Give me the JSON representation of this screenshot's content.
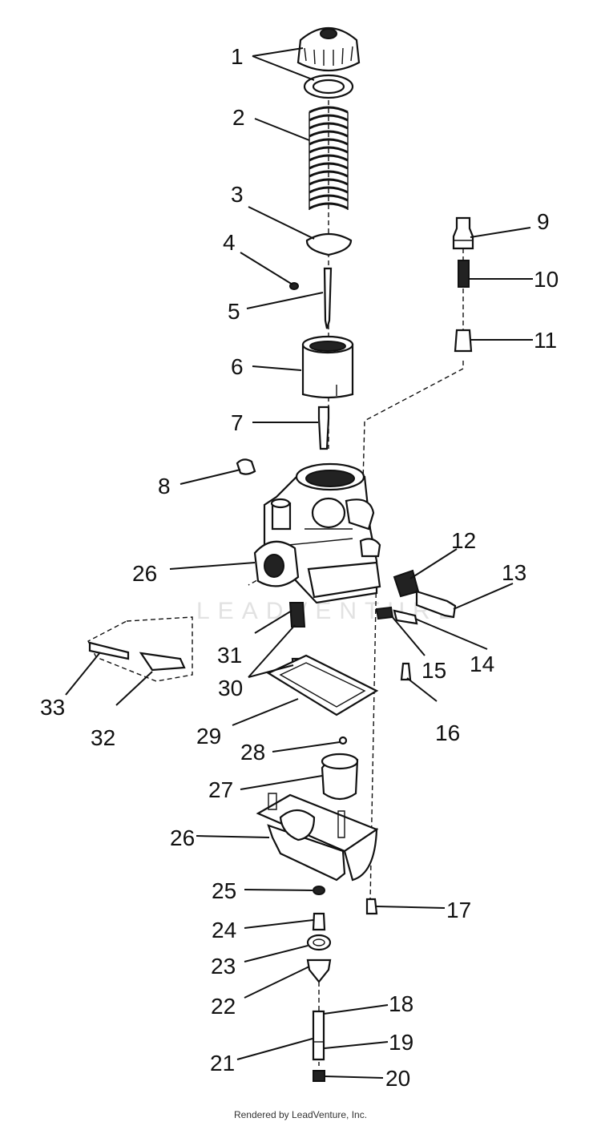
{
  "watermark": "LEADVENTURE",
  "footer": "Rendered by LeadVenture, Inc.",
  "callouts": [
    "1",
    "2",
    "3",
    "4",
    "5",
    "6",
    "7",
    "8",
    "9",
    "10",
    "11",
    "12",
    "13",
    "14",
    "15",
    "16",
    "17",
    "18",
    "19",
    "20",
    "21",
    "22",
    "23",
    "24",
    "25",
    "26",
    "26",
    "27",
    "28",
    "29",
    "30",
    "31",
    "32",
    "33"
  ]
}
